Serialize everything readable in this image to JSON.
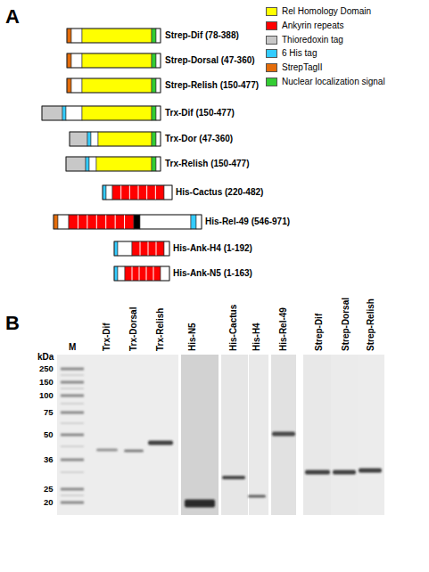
{
  "diagram": {
    "labels": [
      "A",
      "Strep-Dif (78-388)",
      "Strep-Dorsal (47-360)",
      "Strep-Relish (150-477)",
      "Trx-Dif (150-477)",
      "Trx-Dor (47-360)",
      "Trx-Relish (150-477)",
      "His-Cactus (220-482)",
      "His-Rel-49 (546-971)",
      "His-Ank-H4 (1-192)",
      "His-Ank-N5 (1-163)",
      "B",
      "kDa",
      "M",
      "Trx-Dif",
      "Trx-Dorsal",
      "Trx-Relish",
      "His-N5",
      "His-Cactus",
      "His-H4",
      "His-Rel-49",
      "Strep-Dif",
      "Strep-Dorsal",
      "Strep-Relish",
      "250",
      "150",
      "100",
      "75",
      "50",
      "36",
      "25",
      "20"
    ],
    "legend": [
      {
        "text": "Rel Homology Domain",
        "color": "#ffff00"
      },
      {
        "text": "Ankyrin repeats",
        "color": "#ff0000"
      },
      {
        "text": "Thioredoxin tag",
        "color": "#c8c8c8"
      },
      {
        "text": "6 His tag",
        "color": "#33ccff"
      },
      {
        "text": "StrepTagII",
        "color": "#e46c0a"
      },
      {
        "text": "Nuclear localization signal",
        "color": "#33cc33"
      }
    ]
  }
}
